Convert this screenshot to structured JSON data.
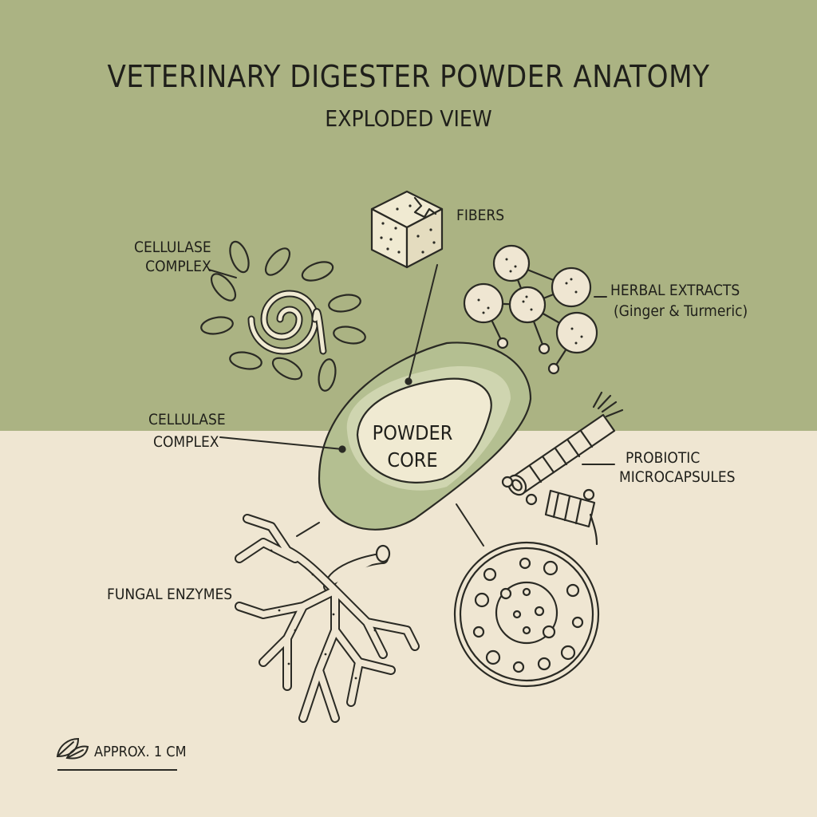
{
  "header": {
    "title": "VETERINARY DIGESTER POWDER ANATOMY",
    "subtitle": "EXPLODED VIEW"
  },
  "core": {
    "line1": "POWDER",
    "line2": "CORE"
  },
  "labels": {
    "fibers": "FIBERS",
    "cellulase_top_1": "CELLULASE",
    "cellulase_top_2": "COMPLEX",
    "herbal_1": "HERBAL EXTRACTS",
    "herbal_2": "(Ginger & Turmeric)",
    "cellulase_mid_1": "CELLULASE",
    "cellulase_mid_2": "COMPLEX",
    "probiotic_1": "PROBIOTIC",
    "probiotic_2": "MICROCAPSULES",
    "fungal": "FUNGAL ENZYMES"
  },
  "scale": {
    "label": "APPROX. 1 CM",
    "icon": "leaf-icon"
  },
  "colors": {
    "top_background": "#abb383",
    "bottom_background": "#efe6d2",
    "capsule_shell": "#b4bf91",
    "capsule_inner": "#f0ead2",
    "line": "#2a2a24"
  }
}
